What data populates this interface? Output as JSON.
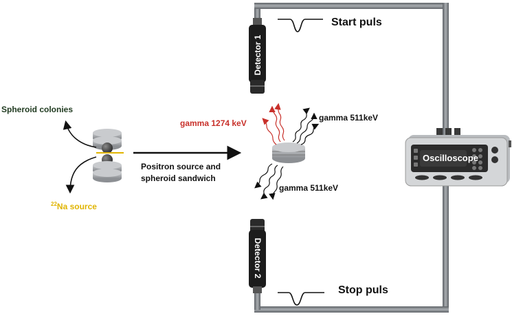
{
  "labels": {
    "spheroid_colonies": "Spheroid colonies",
    "na_source_sup": "22",
    "na_source": "Na source",
    "positron_line1": "Positron source and",
    "positron_line2": "spheroid sandwich",
    "gamma_1274": "gamma 1274 keV",
    "gamma_511_top": "gamma 511keV",
    "gamma_511_bottom": "gamma 511keV",
    "start_puls": "Start puls",
    "stop_puls": "Stop puls",
    "detector_1": "Detector 1",
    "detector_2": "Detector 2",
    "oscilloscope": "Oscilloscope"
  },
  "colors": {
    "wire": "#7d8186",
    "detector": "#1c1c1c",
    "gamma_red": "#c8302a",
    "gamma_black": "#111111",
    "disc": "#a9acb0",
    "gold": "#e0b400",
    "dark_green": "#1f3a1f"
  },
  "icons": [
    "detector-icon",
    "oscilloscope-icon",
    "sample-sandwich-icon",
    "pulse-waveform-icon"
  ]
}
